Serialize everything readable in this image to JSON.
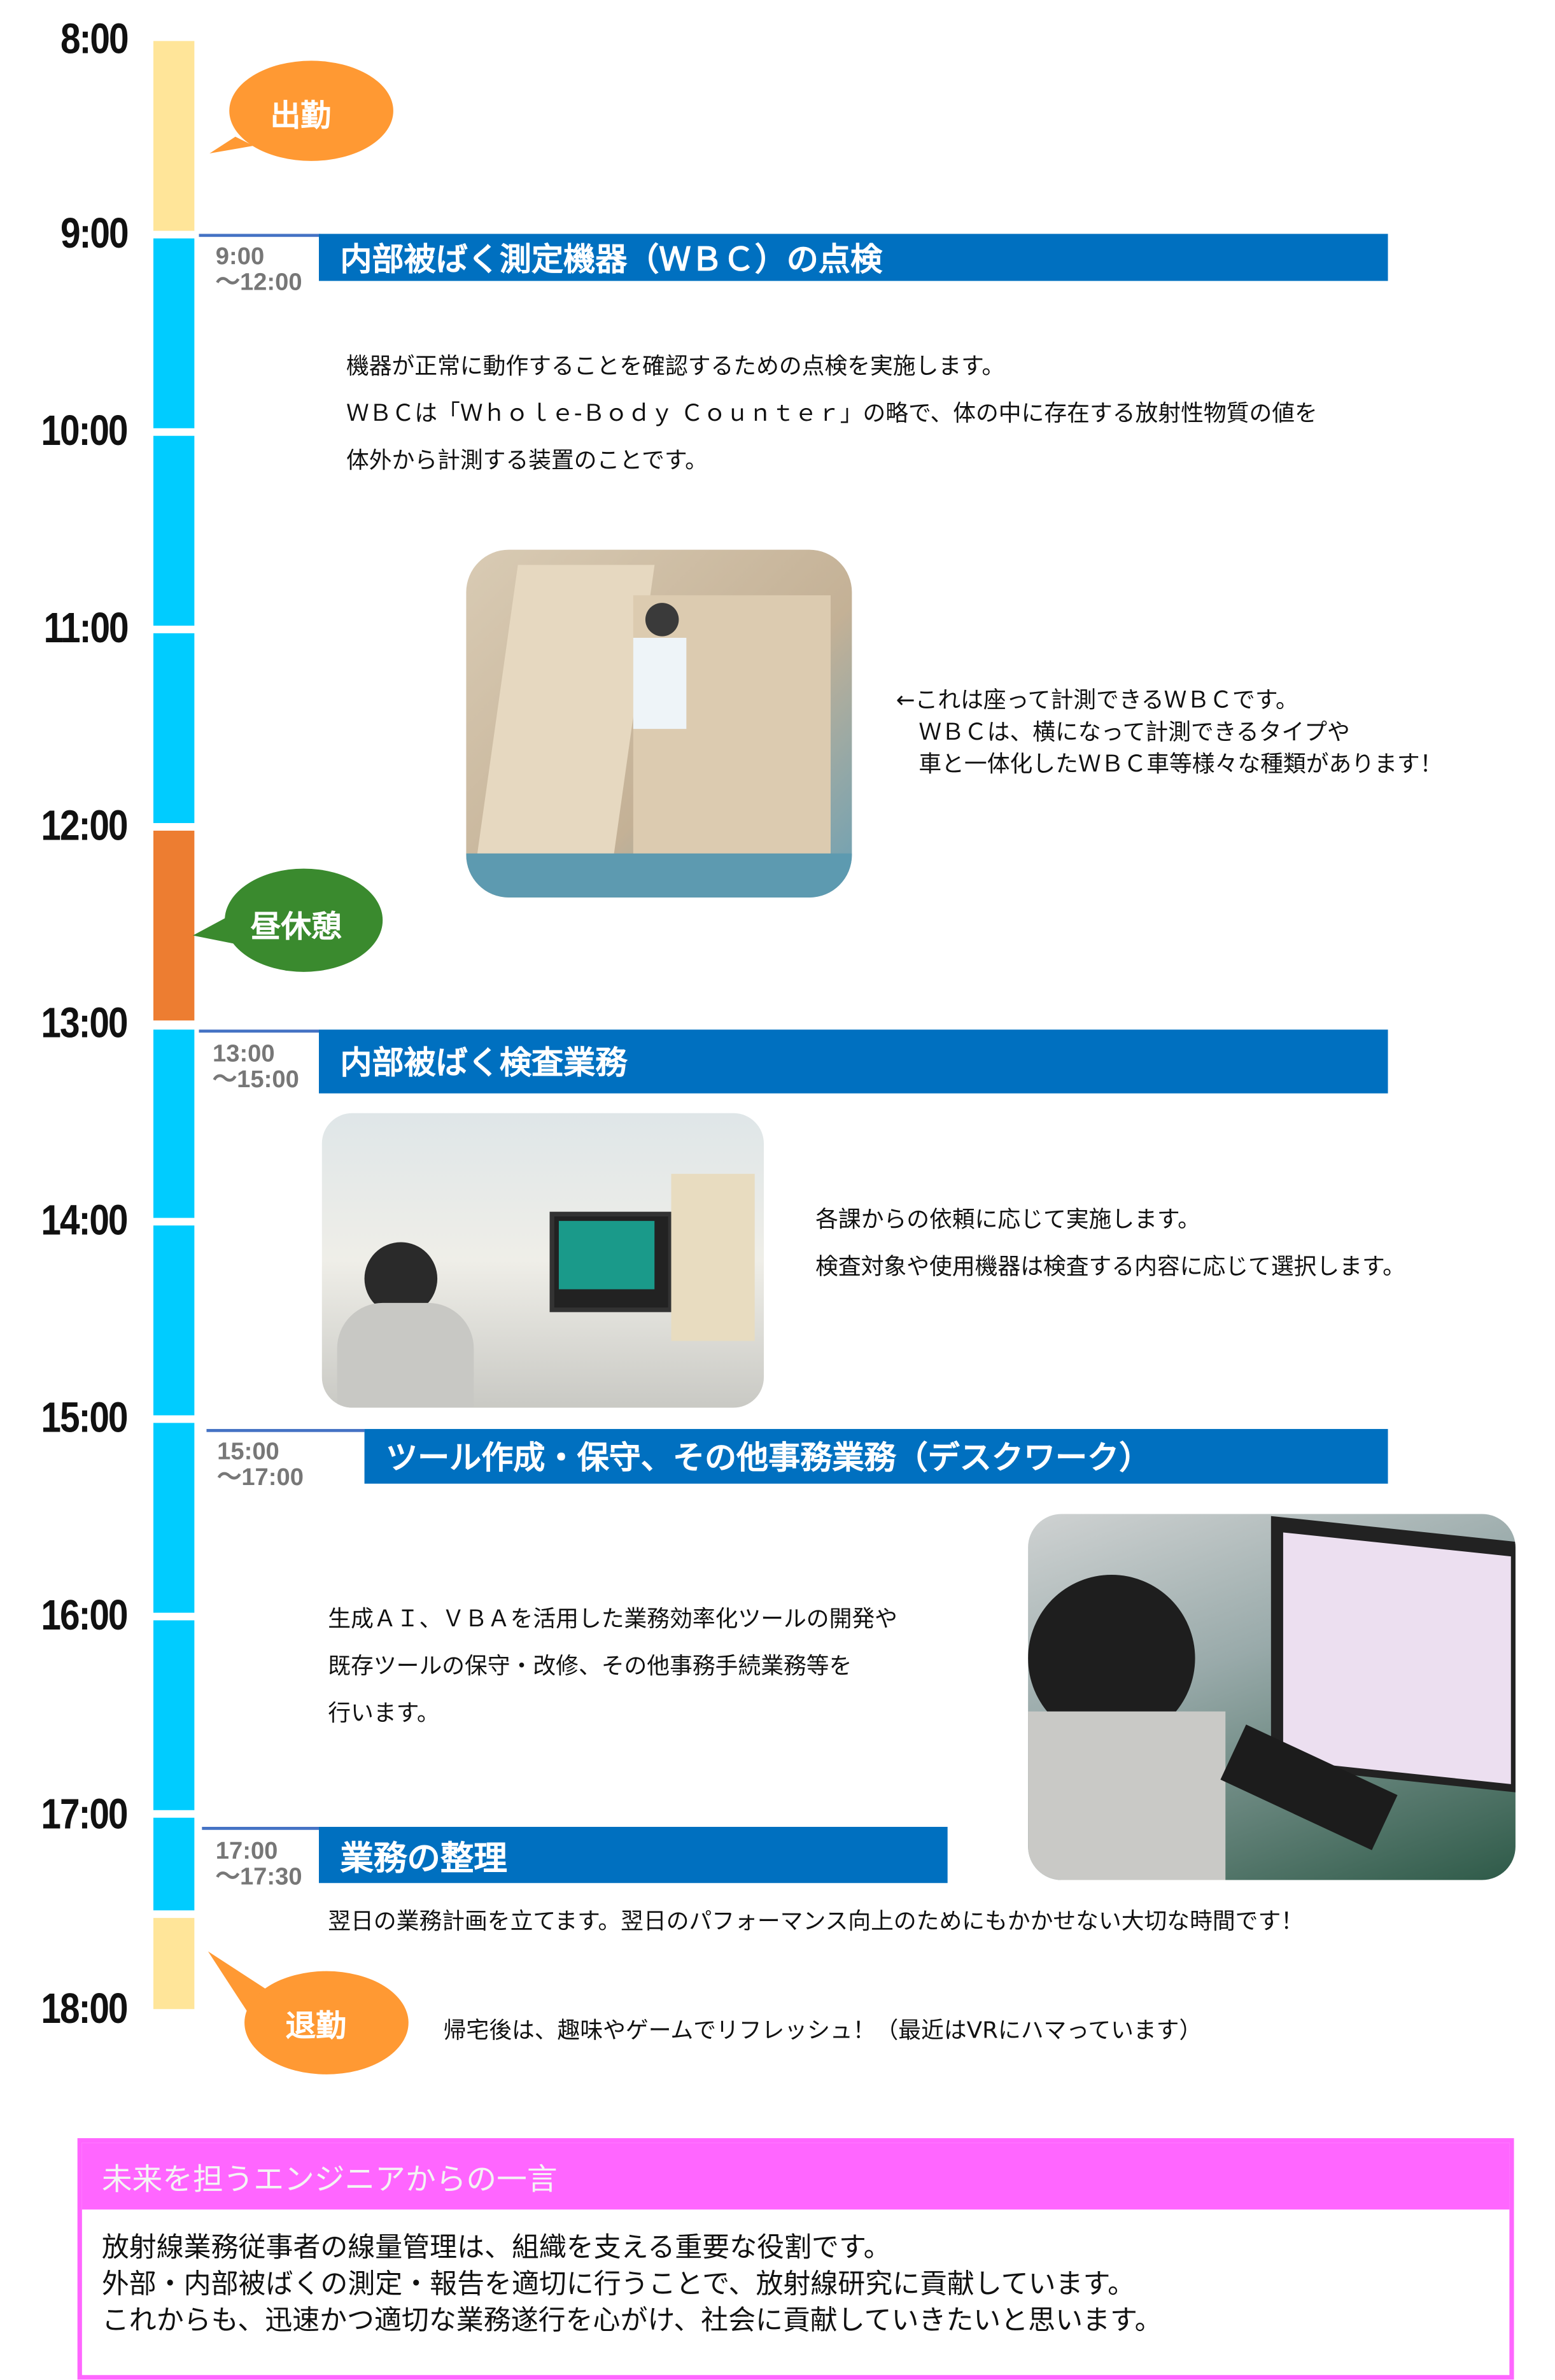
{
  "timeline": {
    "hours": [
      "8:00",
      "9:00",
      "10:00",
      "11:00",
      "12:00",
      "13:00",
      "14:00",
      "15:00",
      "16:00",
      "17:00",
      "18:00"
    ]
  },
  "bubbles": {
    "arrive": "出勤",
    "lunch": "昼休憩",
    "leave": "退勤"
  },
  "colors": {
    "header": "#0070C0",
    "bar_work": "#00CCFF",
    "bar_off": "#FFE599",
    "bar_lunch": "#ED7D31",
    "bubble_orange": "#FF9933",
    "bubble_green": "#3A8A2E",
    "comment_accent": "#FF66FF"
  },
  "sections": [
    {
      "time_start": "9:00",
      "time_end": "～12:00",
      "title": "内部被ばく測定機器（ＷＢＣ）の点検",
      "lines": [
        "機器が正常に動作することを確認するための点検を実施します。",
        "ＷＢＣは「Ｗｈｏｌｅ-Ｂｏｄｙ Ｃｏｕｎｔｅｒ」の略で、体の中に存在する放射性物質の値を",
        "体外から計測する装置のことです。"
      ],
      "caption": [
        "←これは座って計測できるＷＢＣです。",
        "　ＷＢＣは、横になって計測できるタイプや",
        "　車と一体化したＷＢＣ車等様々な種類があります！"
      ]
    },
    {
      "time_start": "13:00",
      "time_end": "～15:00",
      "title": "内部被ばく検査業務",
      "lines": [
        "各課からの依頼に応じて実施します。",
        "検査対象や使用機器は検査する内容に応じて選択します。"
      ]
    },
    {
      "time_start": "15:00",
      "time_end": "～17:00",
      "title": "ツール作成・保守、その他事務業務（デスクワーク）",
      "lines": [
        "生成ＡＩ、ＶＢＡを活用した業務効率化ツールの開発や",
        "既存ツールの保守・改修、その他事務手続業務等を",
        "行います。"
      ]
    },
    {
      "time_start": "17:00",
      "time_end": "～17:30",
      "title": "業務の整理",
      "lines": [
        "翌日の業務計画を立てます。翌日のパフォーマンス向上のためにもかかせない大切な時間です！"
      ]
    }
  ],
  "after_work": "帰宅後は、趣味やゲームでリフレッシュ！（最近はVRにハマっています）",
  "comment": {
    "title": "未来を担うエンジニアからの一言",
    "lines": [
      "放射線業務従事者の線量管理は、組織を支える重要な役割です。",
      "外部・内部被ばくの測定・報告を適切に行うことで、放射線研究に貢献しています。",
      "これからも、迅速かつ適切な業務遂行を心がけ、社会に貢献していきたいと思います。"
    ]
  }
}
